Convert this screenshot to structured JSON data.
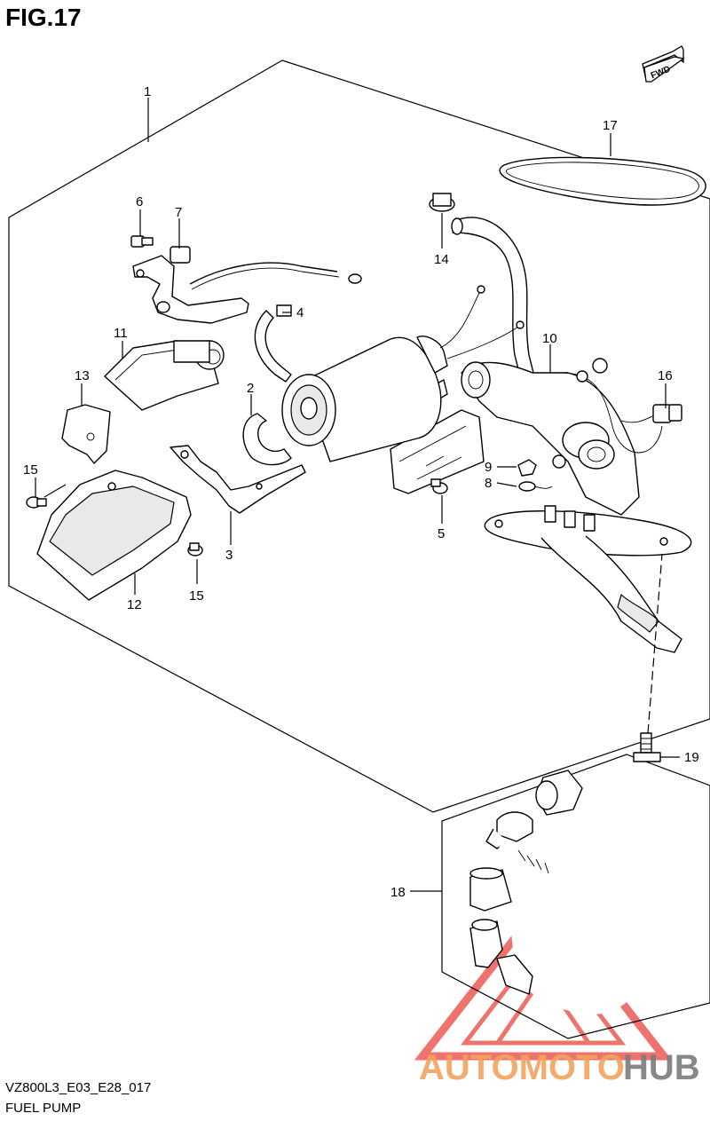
{
  "figure": {
    "title": "FIG.17",
    "code": "VZ800L3_E03_E28_017",
    "name": "FUEL PUMP",
    "fwd_label": "FWD"
  },
  "callouts": {
    "c1": "1",
    "c2": "2",
    "c3": "3",
    "c4": "4",
    "c5": "5",
    "c6": "6",
    "c7": "7",
    "c8": "8",
    "c9": "9",
    "c10": "10",
    "c11": "11",
    "c12": "12",
    "c13": "13",
    "c14": "14",
    "c15a": "15",
    "c15b": "15",
    "c16": "16",
    "c17": "17",
    "c18": "18",
    "c19": "19"
  },
  "watermark": {
    "text_a": "AUTOMOTO",
    "text_b": "HUB",
    "color_a": "#f3a35f",
    "color_b": "#7c7c7c",
    "triangle_color": "#e8453c"
  }
}
